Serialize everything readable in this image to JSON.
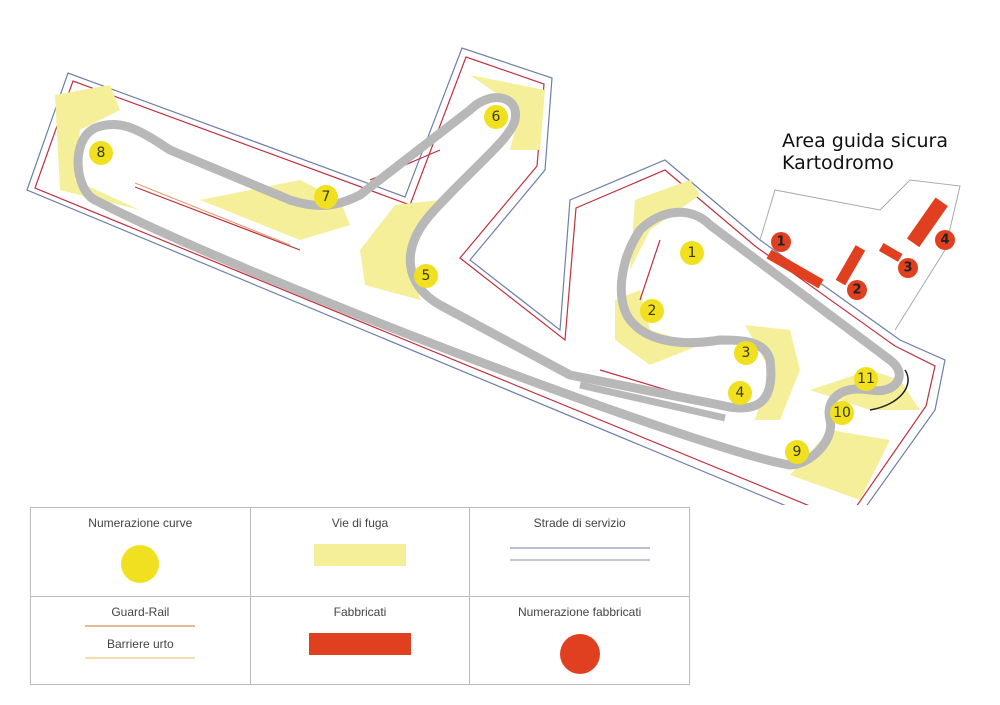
{
  "title": {
    "line1": "Area guida sicura",
    "line2": "Kartodromo"
  },
  "colors": {
    "curve": "#f0e020",
    "runoff": "#f5ef9a",
    "service_road": "#6d7fa8",
    "guard_rail": "#e0a070",
    "barrier": "#f0d090",
    "building": "#e04020",
    "track": "#b8b8b8"
  },
  "curves": [
    "1",
    "2",
    "3",
    "4",
    "5",
    "6",
    "7",
    "8",
    "9",
    "10",
    "11"
  ],
  "buildings": [
    "1",
    "2",
    "3",
    "4"
  ],
  "legend": {
    "curve_numbering": "Numerazione curve",
    "runoff": "Vie di fuga",
    "service_roads": "Strade di servizio",
    "guard_rail": "Guard-Rail",
    "barriers": "Barriere urto",
    "buildings": "Fabbricati",
    "building_numbering": "Numerazione fabbricati"
  }
}
